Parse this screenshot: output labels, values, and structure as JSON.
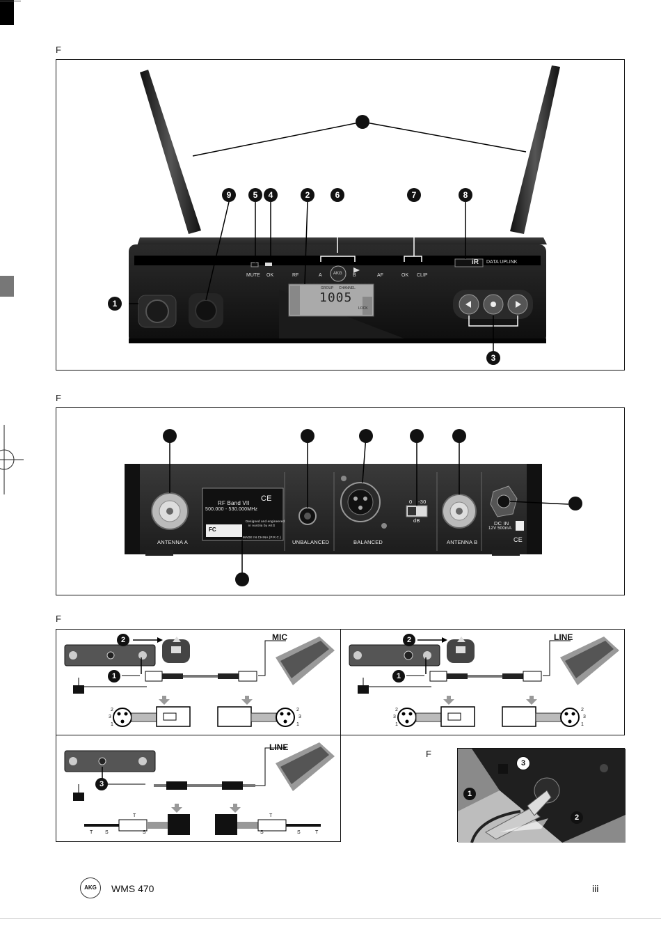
{
  "fig1": {
    "label": "F",
    "callouts": [
      "9",
      "5",
      "4",
      "2",
      "6",
      "7",
      "8",
      "1",
      "3"
    ],
    "device_text": {
      "mute": "MUTE",
      "ok": "OK",
      "rf": "RF",
      "a": "A",
      "b": "B",
      "af": "AF",
      "ok2": "OK",
      "clip": "CLIP",
      "ir": "iR",
      "data_uplink": "DATA UPLINK",
      "group": "GROUP",
      "channel": "CHANNEL",
      "display": "1005",
      "lock": "LOCK",
      "akg": "AKG"
    }
  },
  "fig2": {
    "label": "F",
    "panel_text": {
      "antenna_a": "ANTENNA A",
      "unbalanced": "UNBALANCED",
      "balanced": "BALANCED",
      "antenna_b": "ANTENNA B",
      "rf_band": "RF Band VII",
      "freq": "500.000 - 530.000MHz",
      "ce": "CE",
      "designed": "Designed and engineered",
      "designed2": "in Austria by AKG",
      "made_in": "MADE IN CHINA (P.R.C.)",
      "fcc": "FC",
      "switch_0": "0",
      "switch_30": "-30",
      "switch_db": "dB",
      "dc_in": "DC IN",
      "dc_spec": "12V   500mA",
      "ce2": "CE"
    }
  },
  "fig3": {
    "label": "F",
    "mic_label": "MIC",
    "line_label_1": "LINE",
    "line_label_2": "LINE",
    "callouts": [
      "2",
      "1",
      "2",
      "1",
      "3"
    ],
    "xlr_pins": [
      "2",
      "3",
      "1"
    ],
    "jack_letters": [
      "T",
      "S",
      "S",
      "T",
      "T",
      "S",
      "S",
      "T"
    ]
  },
  "fig4": {
    "label": "F",
    "callouts": [
      "3",
      "1",
      "2"
    ]
  },
  "footer": {
    "logo": "AKG",
    "model": "WMS 470",
    "page": "iii"
  }
}
